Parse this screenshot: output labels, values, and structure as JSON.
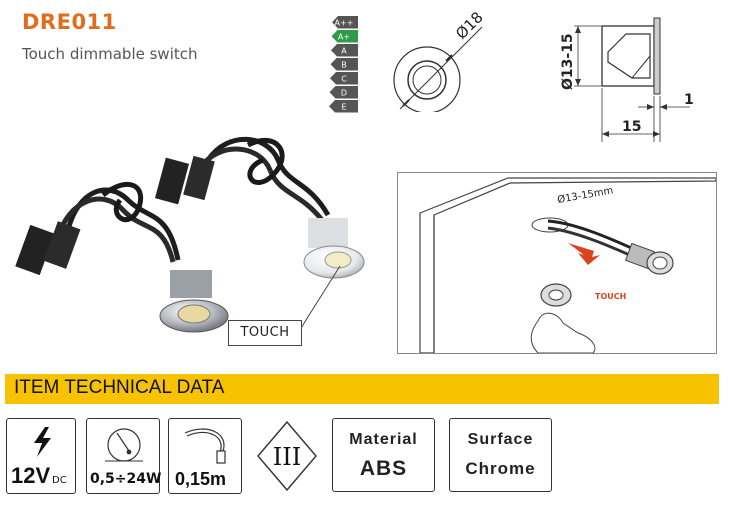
{
  "header": {
    "code": "DRE011",
    "subtitle": "Touch dimmable switch"
  },
  "energy_label": {
    "classes": [
      "A++",
      "A+",
      "A",
      "B",
      "C",
      "D",
      "E"
    ],
    "highlighted": "A+",
    "highlight_color": "#2e9a4a",
    "class_color": "#555555"
  },
  "dimensions": {
    "ring_diameter": "Ø18",
    "body_diameter": "Ø13-15",
    "depth": "15",
    "flange": "1"
  },
  "install": {
    "hole_label": "Ø13-15mm",
    "touch_text": "TOUCH",
    "arrow_color": "#d9441d"
  },
  "photo": {
    "touch_label": "TOUCH"
  },
  "section": {
    "title": "ITEM TECHNICAL DATA",
    "color": "#f7c300"
  },
  "specs": {
    "voltage": {
      "value": "12V",
      "unit": "DC",
      "icon": "lightning-icon"
    },
    "power": {
      "value": "0,5÷24W",
      "icon": "dimmer-icon"
    },
    "cable": {
      "value": "0,15m",
      "icon": "cable-icon"
    },
    "protection_class": {
      "value": "III",
      "icon": "class-three-icon"
    },
    "material": {
      "label": "Material",
      "value": "ABS"
    },
    "surface": {
      "label": "Surface",
      "value": "Chrome"
    }
  }
}
